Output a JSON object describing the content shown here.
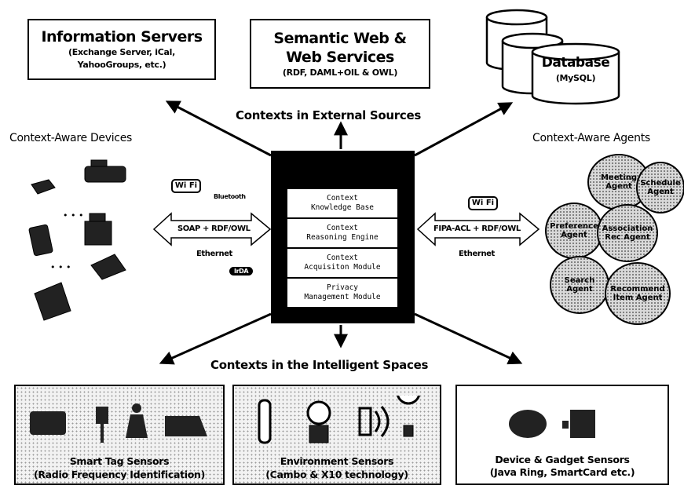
{
  "top_boxes": {
    "info_servers": {
      "title": "Information Servers",
      "subtitle_line1": "(Exchange Server, iCal,",
      "subtitle_line2": "YahooGroups, etc.)"
    },
    "semantic_web": {
      "title_line1": "Semantic Web &",
      "title_line2": "Web Services",
      "subtitle": "(RDF, DAML+OIL & OWL)"
    },
    "database": {
      "title": "Database",
      "subtitle": "(MySQL)"
    }
  },
  "labels": {
    "external_sources": "Contexts in External Sources",
    "intelligent_spaces": "Contexts in the Intelligent Spaces",
    "devices": "Context-Aware Devices",
    "agents": "Context-Aware Agents"
  },
  "server": {
    "modules": [
      {
        "line1": "Context",
        "line2": "Knowledge Base"
      },
      {
        "line1": "Context",
        "line2": "Reasoning Engine"
      },
      {
        "line1": "Context",
        "line2": "Acquisiton Module"
      },
      {
        "line1": "Privacy",
        "line2": "Management Module"
      }
    ]
  },
  "left_link": {
    "wifi": "Wi Fi",
    "bluetooth": "Bluetooth",
    "protocol": "SOAP + RDF/OWL",
    "ethernet": "Ethernet",
    "irda": "IrDA",
    "dots1": "• • •",
    "dots2": "• • •"
  },
  "right_link": {
    "wifi": "Wi Fi",
    "protocol": "FIPA-ACL + RDF/OWL",
    "ethernet": "Ethernet"
  },
  "agents": [
    {
      "name": "Meeting Agent"
    },
    {
      "name": "Schedule Agent"
    },
    {
      "name": "Preference Agent"
    },
    {
      "name": "Association Rec Agent"
    },
    {
      "name": "Search Agent"
    },
    {
      "name": "Recommend Item Agent"
    }
  ],
  "sensors": [
    {
      "line1": "Smart Tag Sensors",
      "line2": "(Radio Frequency Identification)"
    },
    {
      "line1": "Environment Sensors",
      "line2": "(Cambo & X10 technology)"
    },
    {
      "line1": "Device & Gadget Sensors",
      "line2": "(Java Ring, SmartCard etc.)"
    }
  ],
  "colors": {
    "server": "#000000",
    "module": "#ffffff",
    "agent": "#d9d9d9",
    "sensor_bg": "#f2f2f2"
  }
}
